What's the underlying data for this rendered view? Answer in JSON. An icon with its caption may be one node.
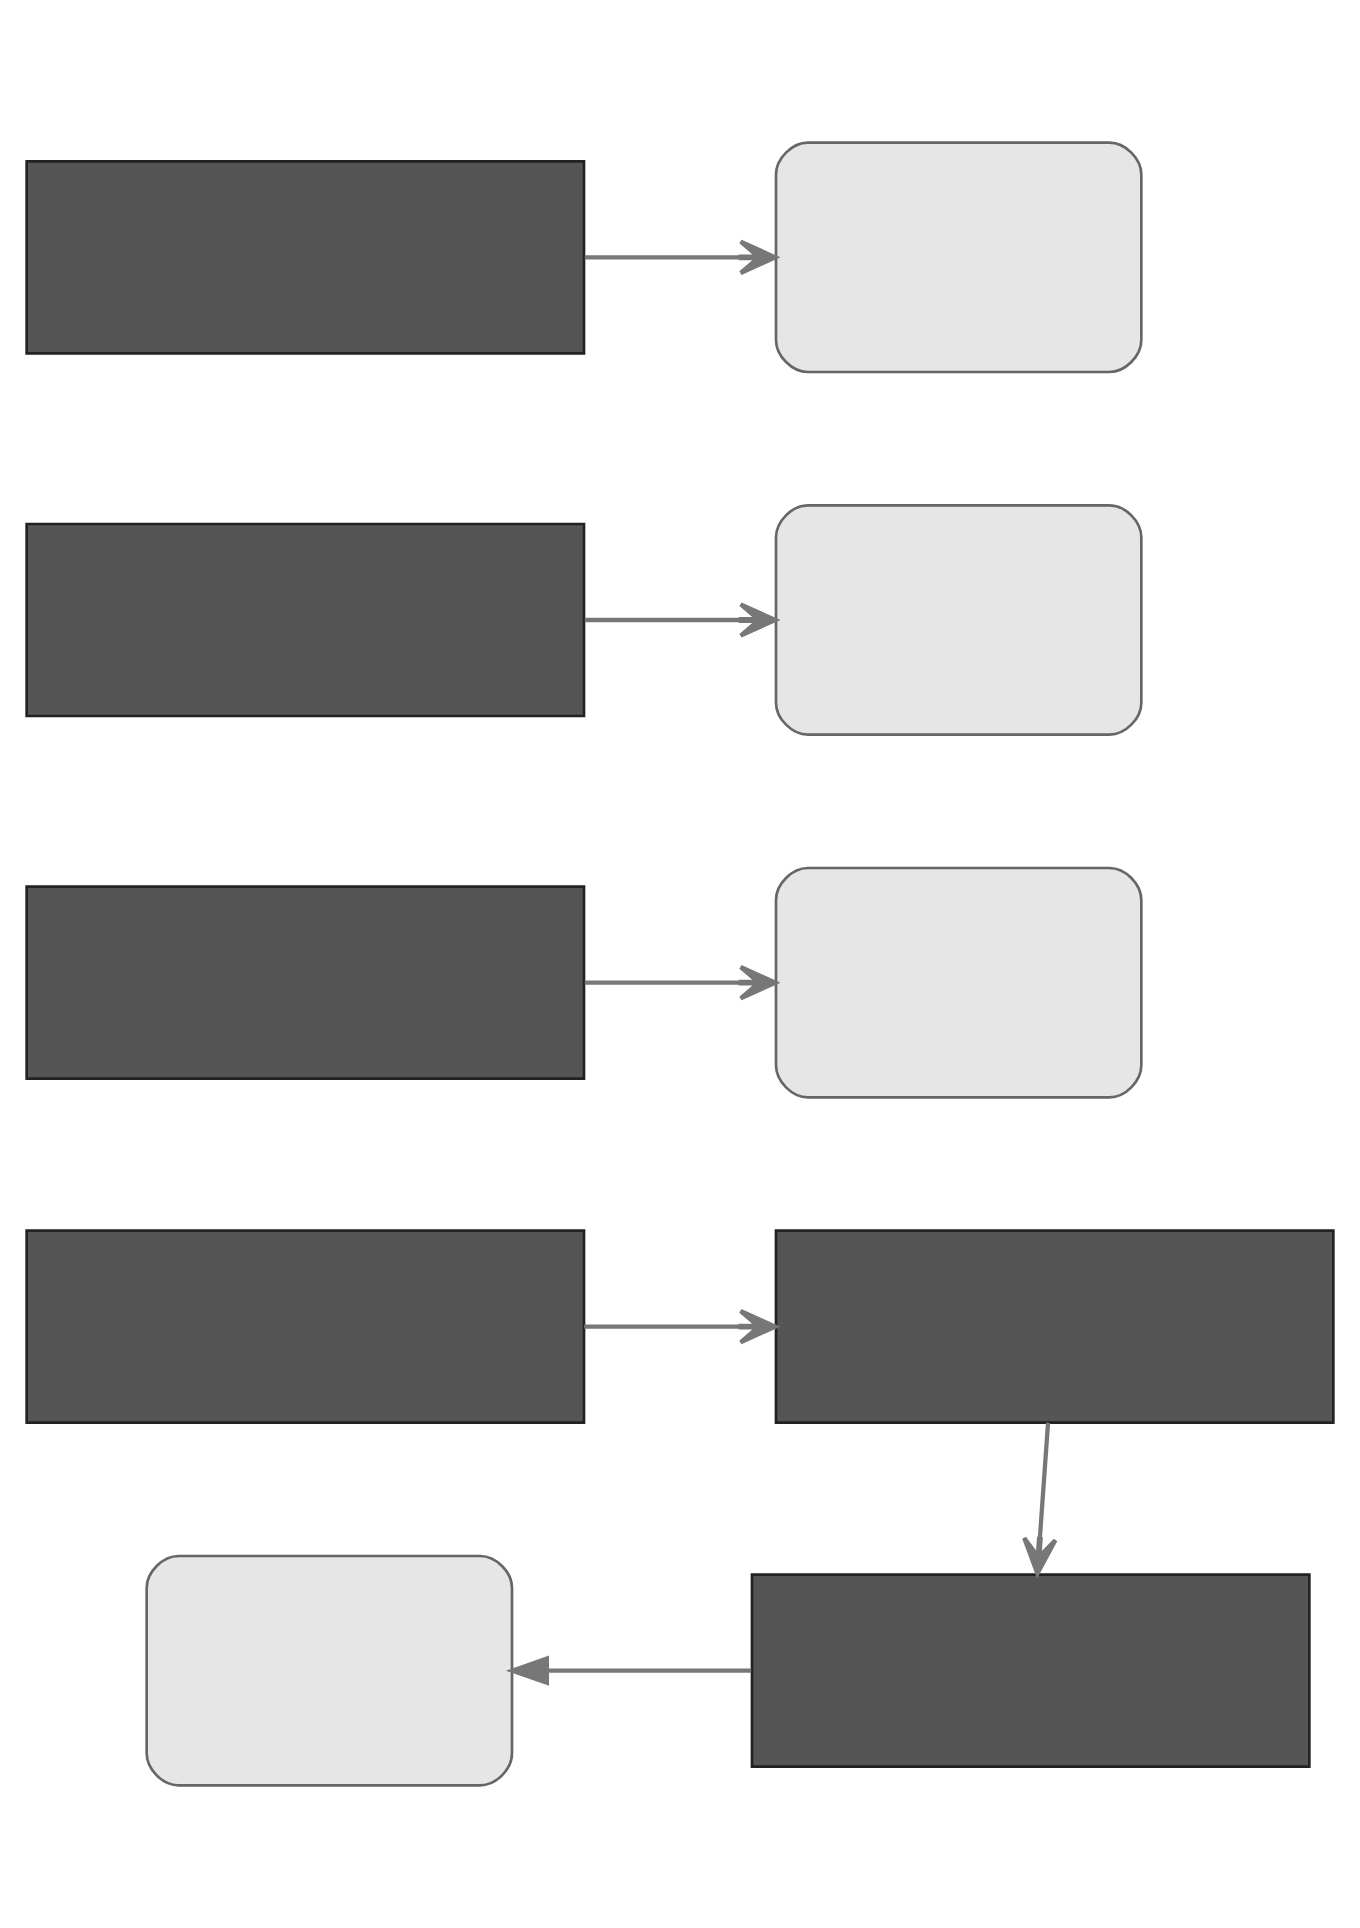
{
  "diagram": {
    "nodes": [
      {
        "text": [],
        "shape": "box"
      },
      {
        "text": [],
        "shape": "box"
      },
      {
        "text": [],
        "shape": "box"
      },
      {
        "text": [],
        "shape": "box"
      },
      {
        "text": [],
        "shape": "box"
      },
      {
        "text": [],
        "shape": "box"
      },
      {
        "text": [],
        "shape": "box"
      },
      {
        "text": [],
        "shape": "box"
      },
      {
        "text": [],
        "shape": "box"
      },
      {
        "text": [],
        "shape": "box"
      }
    ],
    "edges": [
      {
        "from": 0,
        "to": 1,
        "arrow": "to"
      },
      {
        "from": 2,
        "to": 3,
        "arrow": "to"
      },
      {
        "from": 4,
        "to": 5,
        "arrow": "to"
      },
      {
        "from": 6,
        "to": 7,
        "arrow": "to"
      },
      {
        "from": 7,
        "to": 9,
        "arrow": "to"
      },
      {
        "from": 9,
        "to": 8,
        "arrow": "to"
      }
    ]
  }
}
